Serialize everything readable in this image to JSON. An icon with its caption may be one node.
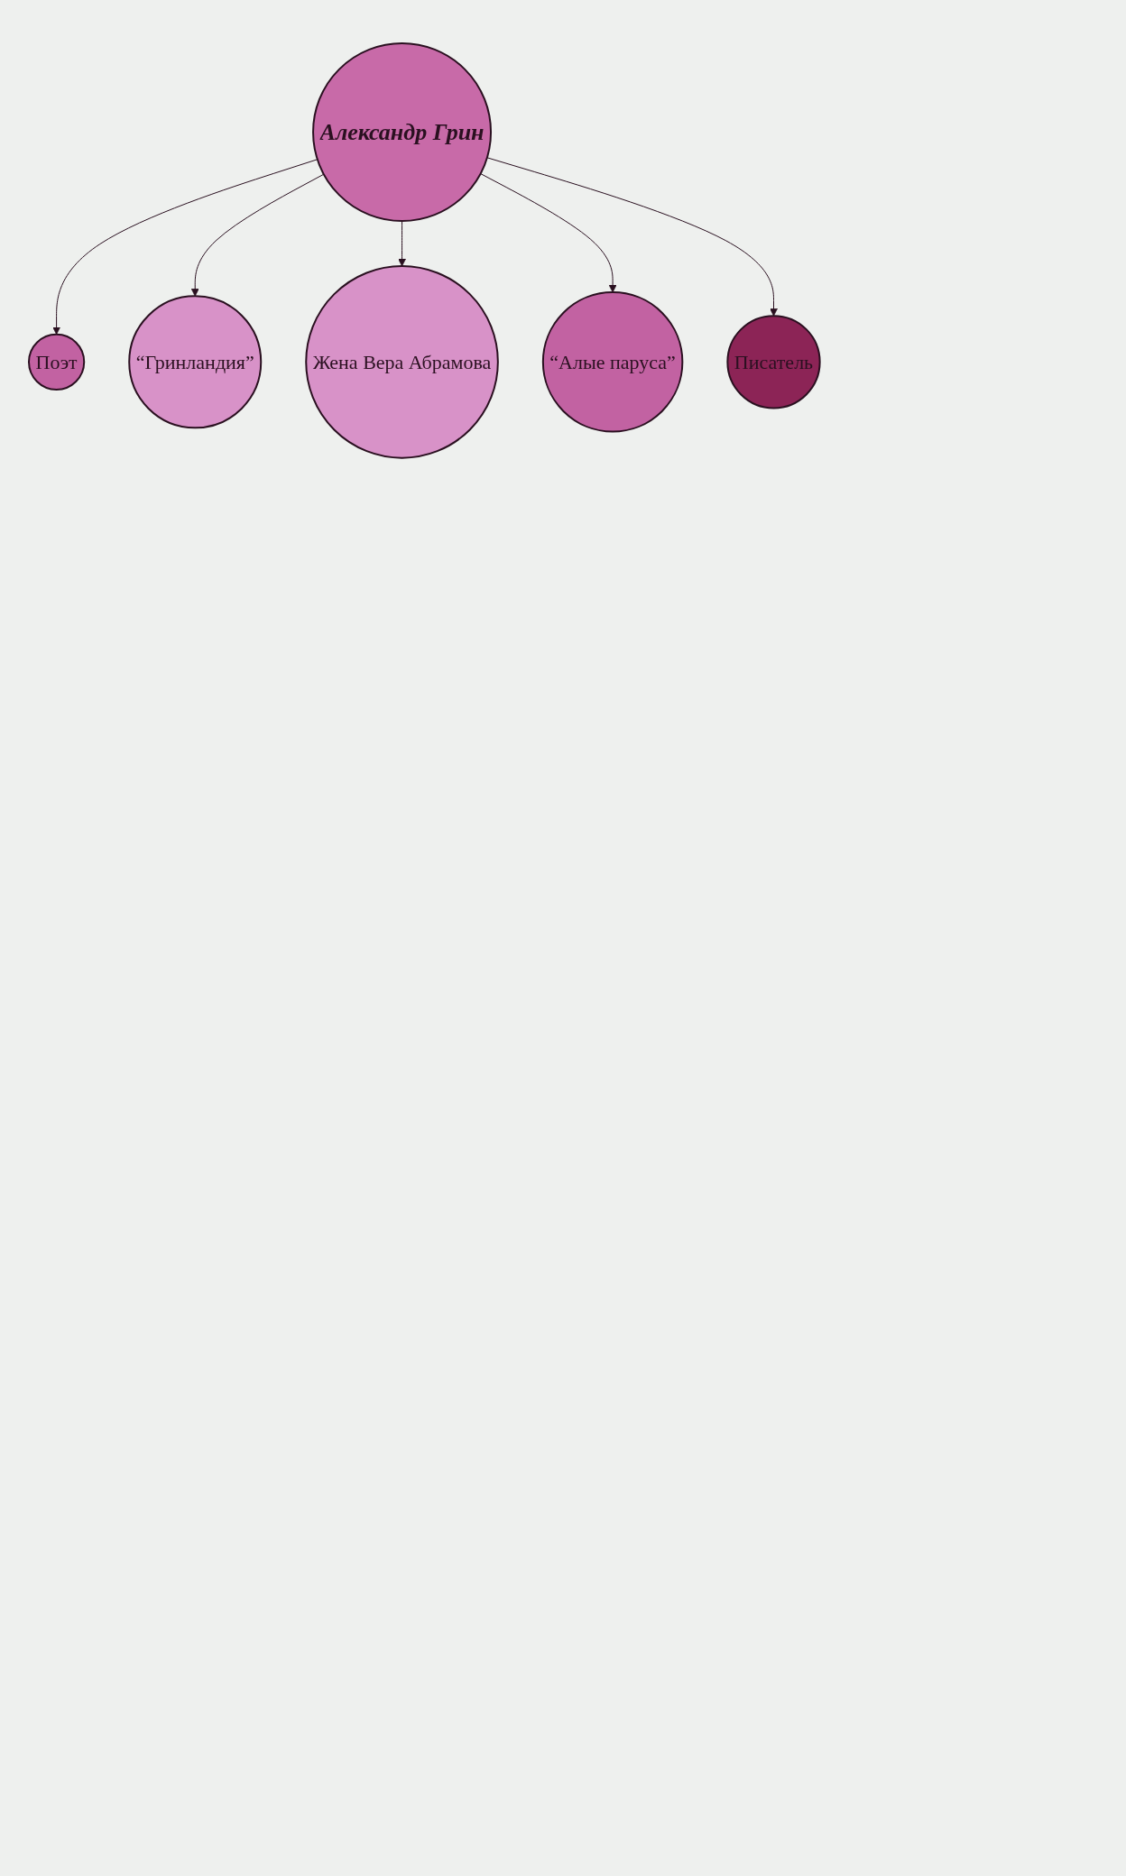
{
  "diagram": {
    "nodes": [
      {
        "text": [
          "Александр Грин"
        ]
      },
      {
        "text": [
          "Поэт"
        ]
      },
      {
        "text": [
          "“Гринландия”"
        ]
      },
      {
        "text": [
          "Жена Вера Абрамова"
        ]
      },
      {
        "text": [
          "“Алые паруса”"
        ]
      },
      {
        "text": [
          "Писатель"
        ]
      }
    ],
    "edges": [
      {
        "from": 0,
        "to": 1,
        "arrow": "to"
      },
      {
        "from": 0,
        "to": 2,
        "arrow": "to"
      },
      {
        "from": 0,
        "to": 3,
        "arrow": "to"
      },
      {
        "from": 0,
        "to": 4,
        "arrow": "to"
      },
      {
        "from": 0,
        "to": 5,
        "arrow": "to"
      }
    ]
  }
}
